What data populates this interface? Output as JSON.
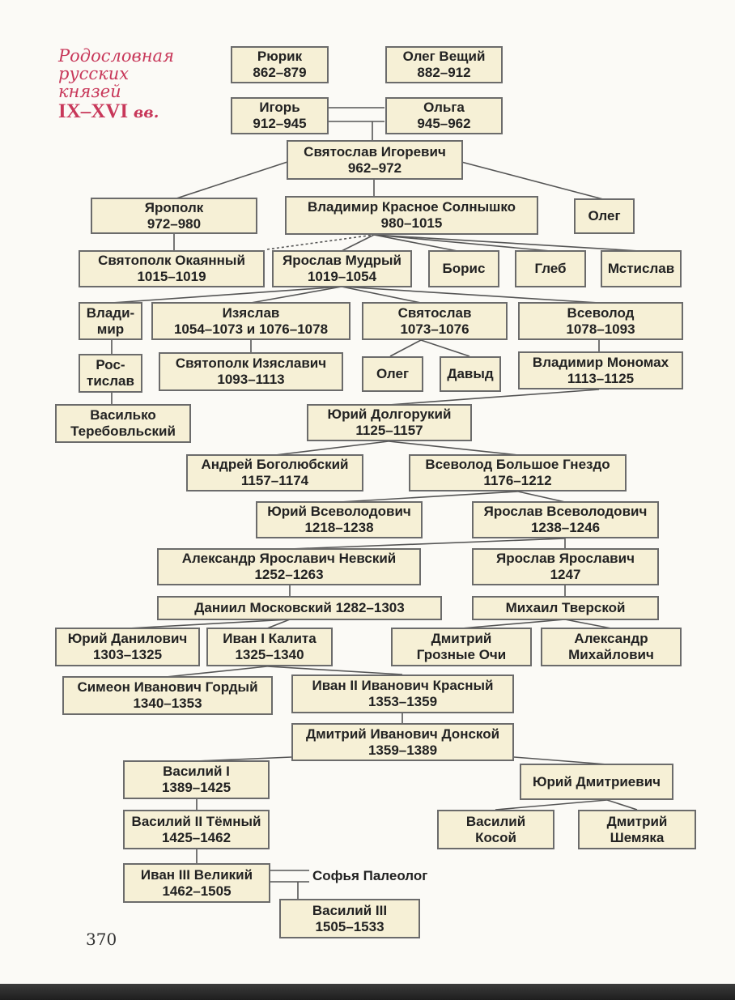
{
  "title": {
    "line1": "Родословная",
    "line2": "русских",
    "line3": "князей",
    "period": "IX–XVI",
    "suffix": "вв."
  },
  "page_number": "370",
  "nodes": {
    "riurik": {
      "name": "Рюрик",
      "years": "862–879"
    },
    "oleg_veshchiy": {
      "name": "Олег Вещий",
      "years": "882–912"
    },
    "igor": {
      "name": "Игорь",
      "years": "912–945"
    },
    "olga": {
      "name": "Ольга",
      "years": "945–962"
    },
    "sviatoslav": {
      "name": "Святослав Игоревич",
      "years": "962–972"
    },
    "yaropolk": {
      "name": "Ярополк",
      "years": "972–980"
    },
    "vladimir_ks": {
      "name": "Владимир Красное Солнышко",
      "years": "980–1015"
    },
    "oleg_s": {
      "name": "Олег",
      "years": ""
    },
    "sviatopolk_ok": {
      "name": "Святополк Окаянный",
      "years": "1015–1019"
    },
    "yaroslav_mudr": {
      "name": "Ярослав Мудрый",
      "years": "1019–1054"
    },
    "boris": {
      "name": "Борис",
      "years": ""
    },
    "gleb": {
      "name": "Глеб",
      "years": ""
    },
    "mstislav": {
      "name": "Мстислав",
      "years": ""
    },
    "vladimir_y": {
      "name": "Влади-",
      "years": "мир"
    },
    "izyaslav": {
      "name": "Изяслав",
      "years": "1054–1073 и 1076–1078"
    },
    "sviatoslav_y": {
      "name": "Святослав",
      "years": "1073–1076"
    },
    "vsevolod_y": {
      "name": "Всеволод",
      "years": "1078–1093"
    },
    "rostislav": {
      "name": "Рос-",
      "years": "тислав"
    },
    "sviatopolk_iz": {
      "name": "Святополк Изяславич",
      "years": "1093–1113"
    },
    "oleg_sv": {
      "name": "Олег",
      "years": ""
    },
    "davyd": {
      "name": "Давыд",
      "years": ""
    },
    "monomakh": {
      "name": "Владимир Мономах",
      "years": "1113–1125"
    },
    "vasilko": {
      "name": "Василько",
      "years": "Теребовльский"
    },
    "yuri_dolg": {
      "name": "Юрий Долгорукий",
      "years": "1125–1157"
    },
    "andrei_bog": {
      "name": "Андрей Боголюбский",
      "years": "1157–1174"
    },
    "vsevolod_bg": {
      "name": "Всеволод Большое Гнездо",
      "years": "1176–1212"
    },
    "yuri_vsev": {
      "name": "Юрий Всеволодович",
      "years": "1218–1238"
    },
    "yaroslav_vsev": {
      "name": "Ярослав Всеволодович",
      "years": "1238–1246"
    },
    "nevsky": {
      "name": "Александр Ярославич Невский",
      "years": "1252–1263"
    },
    "yaroslav_yar": {
      "name": "Ярослав Ярославич",
      "years": "1247"
    },
    "daniil": {
      "name": "Даниил Московский 1282–1303",
      "years": ""
    },
    "mikhail_tv": {
      "name": "Михаил Тверской",
      "years": ""
    },
    "yuri_dan": {
      "name": "Юрий Данилович",
      "years": "1303–1325"
    },
    "ivan_kalita": {
      "name": "Иван I Калита",
      "years": "1325–1340"
    },
    "dmitry_gr": {
      "name": "Дмитрий",
      "years": "Грозные Очи"
    },
    "alex_mikh": {
      "name": "Александр",
      "years": "Михайлович"
    },
    "simeon": {
      "name": "Симеон Иванович Гордый",
      "years": "1340–1353"
    },
    "ivan2": {
      "name": "Иван II Иванович Красный",
      "years": "1353–1359"
    },
    "donskoy": {
      "name": "Дмитрий Иванович Донской",
      "years": "1359–1389"
    },
    "vasily1": {
      "name": "Василий I",
      "years": "1389–1425"
    },
    "yuri_dm": {
      "name": "Юрий Дмитриевич",
      "years": ""
    },
    "vasily2": {
      "name": "Василий II Тёмный",
      "years": "1425–1462"
    },
    "vasily_kosoy": {
      "name": "Василий",
      "years": "Косой"
    },
    "shemyaka": {
      "name": "Дмитрий",
      "years": "Шемяка"
    },
    "ivan3": {
      "name": "Иван III Великий",
      "years": "1462–1505"
    },
    "vasily3": {
      "name": "Василий III",
      "years": "1505–1533"
    }
  },
  "sofia": "Софья Палеолог"
}
